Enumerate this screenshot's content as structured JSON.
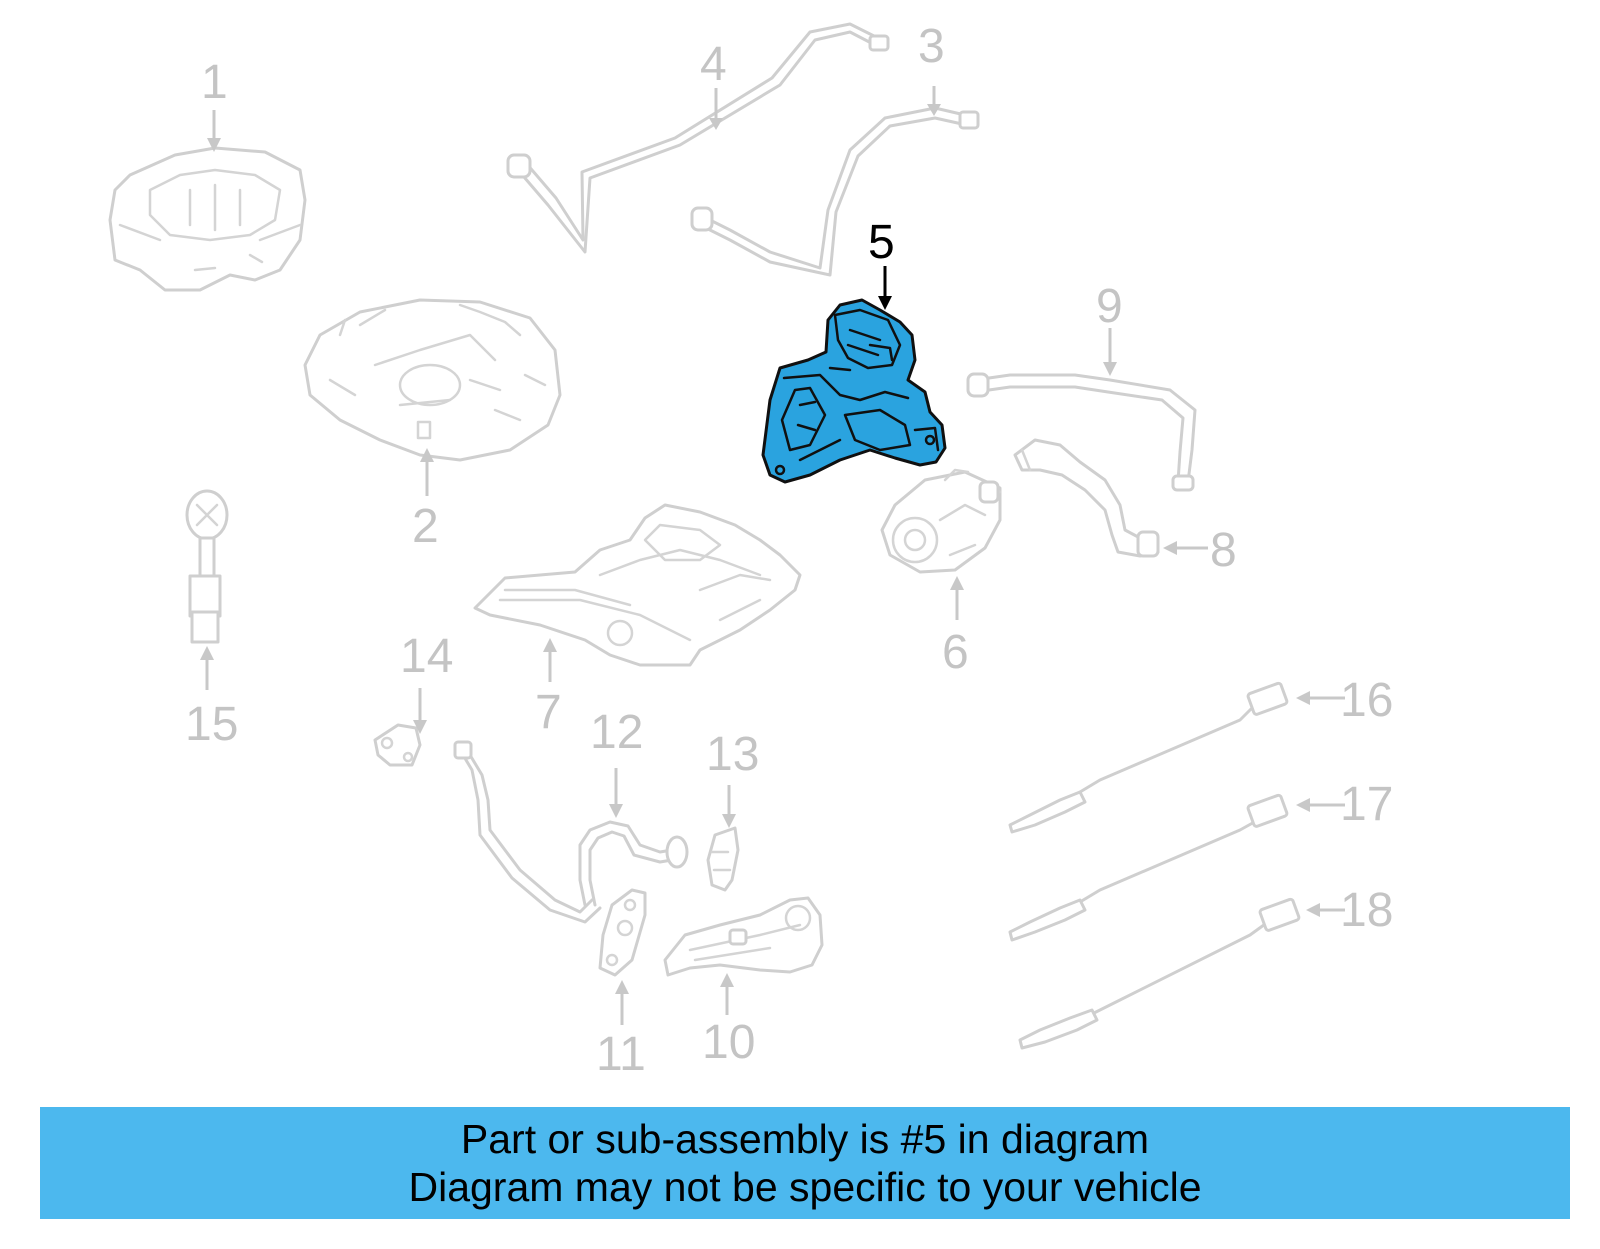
{
  "diagram": {
    "highlighted_part": "5",
    "highlight_color": "#2aa3df",
    "callouts": [
      "1",
      "2",
      "3",
      "4",
      "5",
      "6",
      "7",
      "8",
      "9",
      "10",
      "11",
      "12",
      "13",
      "14",
      "15",
      "16",
      "17",
      "18"
    ]
  },
  "banner": {
    "line1": "Part or sub-assembly is #5 in diagram",
    "line2": "Diagram may not be specific to your vehicle",
    "background": "#4cb8ee"
  }
}
